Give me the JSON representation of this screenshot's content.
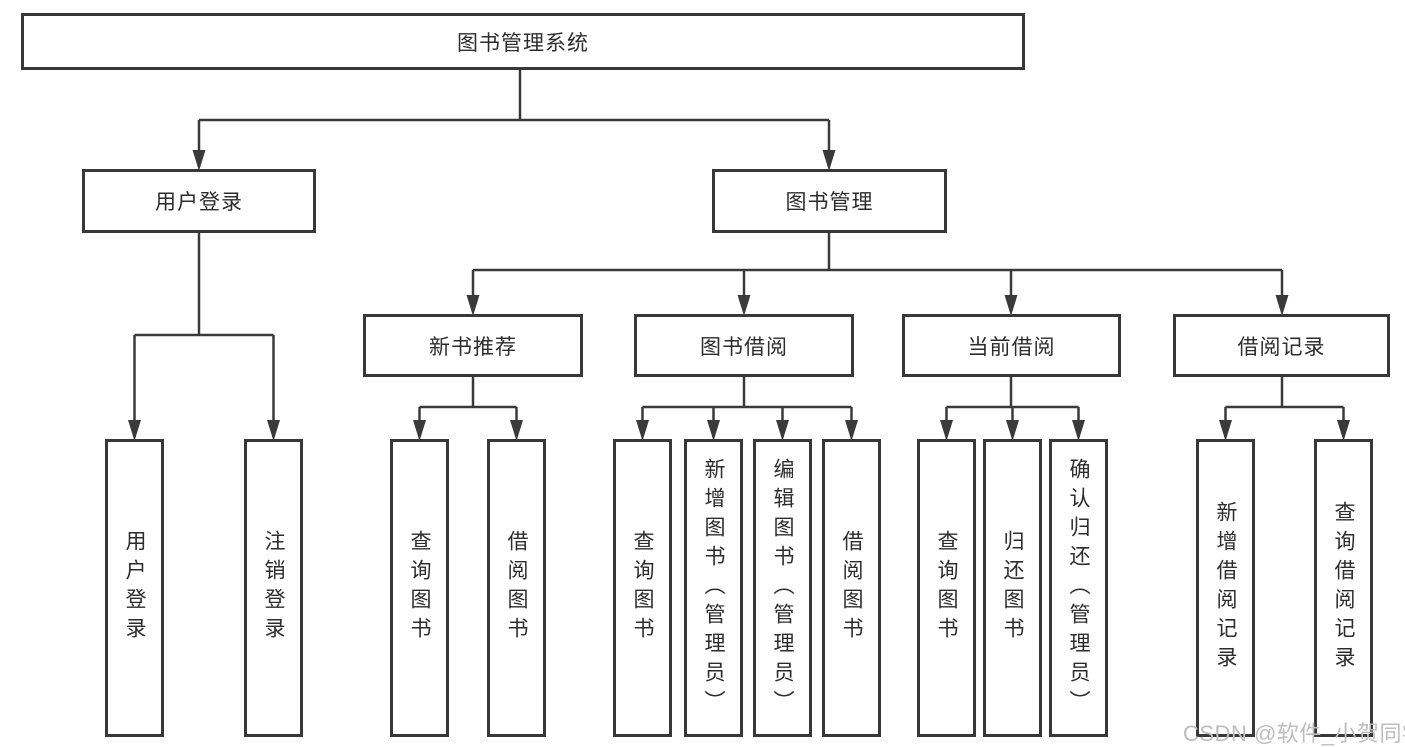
{
  "diagram": {
    "title": "图书管理系统",
    "root": {
      "label": "图书管理系统"
    },
    "level2": {
      "user_login": {
        "label": "用户登录"
      },
      "book_management": {
        "label": "图书管理"
      }
    },
    "level3": {
      "new_book_recommend": {
        "label": "新书推荐"
      },
      "book_borrow": {
        "label": "图书借阅"
      },
      "current_borrow": {
        "label": "当前借阅"
      },
      "borrow_records": {
        "label": "借阅记录"
      }
    },
    "leaves": {
      "user_login": {
        "label": "用户登录"
      },
      "logout": {
        "label": "注销登录"
      },
      "nb_query_books": {
        "label": "查询图书"
      },
      "nb_borrow_books": {
        "label": "借阅图书"
      },
      "bb_query_books": {
        "label": "查询图书"
      },
      "bb_add_books": {
        "label": "新增图书（管理员）"
      },
      "bb_edit_books": {
        "label": "编辑图书（管理员）"
      },
      "bb_borrow_books": {
        "label": "借阅图书"
      },
      "cb_query_books": {
        "label": "查询图书"
      },
      "cb_return_books": {
        "label": "归还图书"
      },
      "cb_confirm_return": {
        "label": "确认归还（管理员）"
      },
      "br_add_record": {
        "label": "新增借阅记录"
      },
      "br_query_record": {
        "label": "查询借阅记录"
      }
    }
  },
  "watermark": {
    "text": "CSDN @软件_小贺同学"
  },
  "colors": {
    "line": "#3a3a3a",
    "box_border": "#383838",
    "text": "#2d2d2d",
    "watermark": "#bdbdbd",
    "background": "#ffffff"
  }
}
